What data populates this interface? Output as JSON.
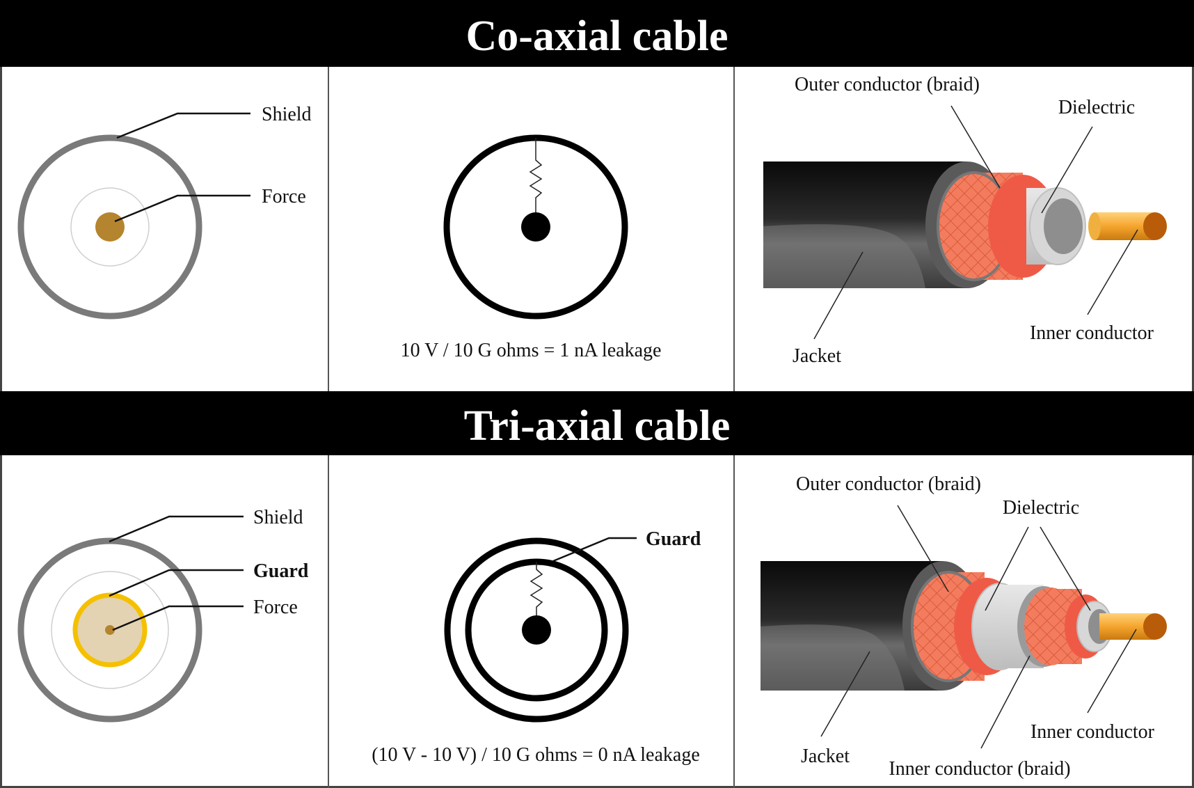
{
  "coax": {
    "title": "Co-axial cable",
    "cross_section": {
      "shield_label": "Shield",
      "force_label": "Force"
    },
    "schematic": {
      "equation": "10 V / 10 G ohms = 1 nA leakage"
    },
    "cutaway": {
      "outer_conductor": "Outer conductor (braid)",
      "dielectric": "Dielectric",
      "inner_conductor": "Inner conductor",
      "jacket": "Jacket"
    }
  },
  "triax": {
    "title": "Tri-axial cable",
    "cross_section": {
      "shield_label": "Shield",
      "guard_label": "Guard",
      "force_label": "Force"
    },
    "schematic": {
      "guard_label": "Guard",
      "equation": "(10 V - 10 V) / 10 G ohms = 0 nA leakage"
    },
    "cutaway": {
      "outer_conductor": "Outer conductor (braid)",
      "dielectric": "Dielectric",
      "inner_conductor": "Inner conductor",
      "inner_braid": "Inner conductor (braid)",
      "jacket": "Jacket"
    }
  },
  "colors": {
    "header_bg": "#000000",
    "shield_gray": "#7a7a7a",
    "force_brown": "#b5842e",
    "guard_yellow": "#f5c000",
    "braid_orange": "#f07a5a",
    "copper": "#f0a030"
  }
}
